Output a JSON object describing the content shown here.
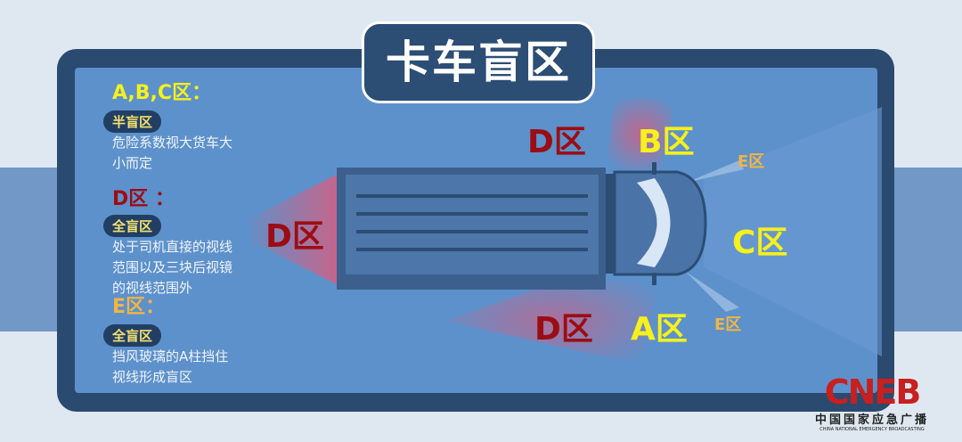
{
  "title": "卡车盲区",
  "legend": [
    {
      "heading": "A,B,C区：",
      "heading_color": "#f6f01c",
      "badge": "半盲区",
      "desc": [
        "危险系数视大货车大",
        "小而定"
      ]
    },
    {
      "heading": "D区 ：",
      "heading_color": "#9b0d14",
      "badge": "全盲区",
      "desc": [
        "处于司机直接的视线",
        "范围以及三块后视镜",
        "的视线范围外"
      ]
    },
    {
      "heading": "E区：",
      "heading_color": "#f0b545",
      "badge": "全盲区",
      "desc": [
        "挡风玻璃的A柱挡住",
        "视线形成盲区"
      ]
    }
  ],
  "zones": {
    "d_rear": "D区",
    "d_top": "D区",
    "d_bottom": "D区",
    "b": "B区",
    "a": "A区",
    "c": "C区",
    "e_top": "E区",
    "e_bottom": "E区"
  },
  "colors": {
    "d": "#9b0d14",
    "abc": "#f6f01c",
    "e": "#f0b545"
  },
  "logo": {
    "text": "CNEB",
    "cn": "中国国家应急广播",
    "en": "CHINA NATIONAL EMERGENCY BROADCASTING"
  }
}
